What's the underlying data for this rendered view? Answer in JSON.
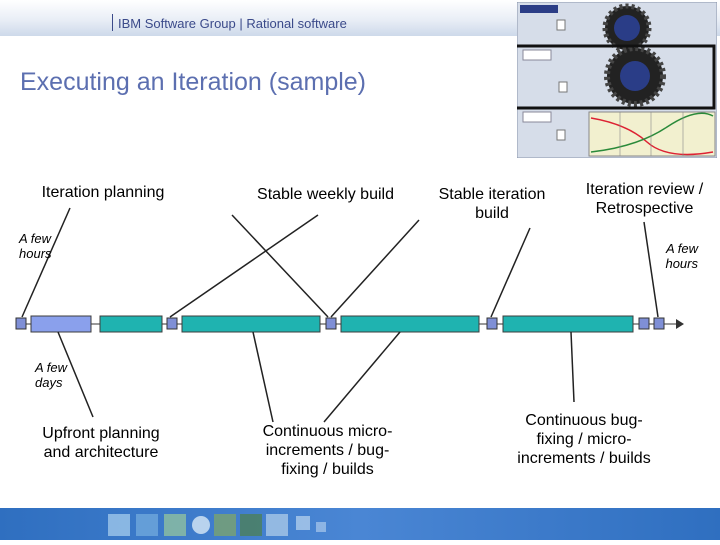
{
  "header": {
    "text": "IBM Software Group | Rational software"
  },
  "title": "Executing an Iteration (sample)",
  "milestones": {
    "iteration_planning": "Iteration planning",
    "stable_weekly_build": "Stable weekly build",
    "stable_iteration_build": "Stable iteration build",
    "iteration_review": "Iteration review / Retrospective"
  },
  "notes": {
    "few_hours_left": "A few hours",
    "few_hours_right": "A few hours",
    "few_days": "A few days"
  },
  "activities": {
    "upfront": "Upfront planning and architecture",
    "continuous_1": "Continuous micro-increments / bug-fixing / builds",
    "continuous_2": "Continuous bug-fixing / micro-increments / builds"
  },
  "colors": {
    "header_text": "#3b4a8a",
    "title": "#5c6fb0",
    "planning_block": "#8aa0ec",
    "work_block": "#1fb3b0",
    "milestone_square": "#7f8fd6",
    "footer": "#2f6fc0"
  }
}
